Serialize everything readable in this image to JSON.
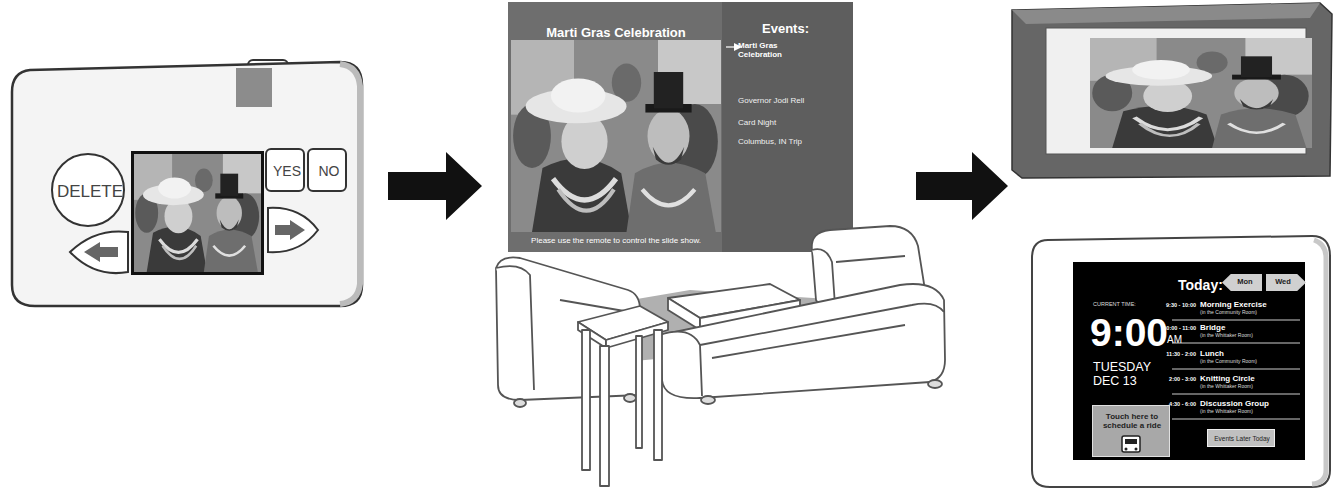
{
  "diagram": {
    "nodes": [
      {
        "text": [
          "DELETE"
        ]
      },
      {
        "text": [
          "YES"
        ]
      },
      {
        "text": [
          "NO"
        ]
      },
      {
        "text": [
          "Marti Gras Celebration",
          "Please use the remote to control the slide show."
        ]
      },
      {
        "text": [
          "Events:",
          "Marti Gras Celebration",
          "Governor Jodi Rell",
          "Card Night",
          "Columbus, IN Trip"
        ],
        "in": 3
      },
      {
        "text": [
          "CURRENT TIME:",
          "9:00",
          "AM",
          "TUESDAY DEC 13",
          "Today:"
        ]
      },
      {
        "text": [
          "Mon"
        ],
        "in": 5
      },
      {
        "text": [
          "Wed"
        ],
        "in": 5
      },
      {
        "text": [
          "Touch here to schedule a ride"
        ],
        "in": 5
      },
      {
        "text": [
          "Events Later Today"
        ],
        "in": 5
      }
    ],
    "labels": [
      "9:30 - 10:00",
      "Morning Exercise",
      "(in the Community Room)",
      "10:00 - 11:00",
      "Bridge",
      "(in the Whittaker Room)",
      "11:30 - 2:00",
      "Lunch",
      "(in the Community Room)",
      "2:00 - 3:00",
      "Knitting Circle",
      "(in the Whittaker Room)",
      "4:30 - 6:00",
      "Discussion Group",
      "(in the Whittaker Room)"
    ]
  }
}
